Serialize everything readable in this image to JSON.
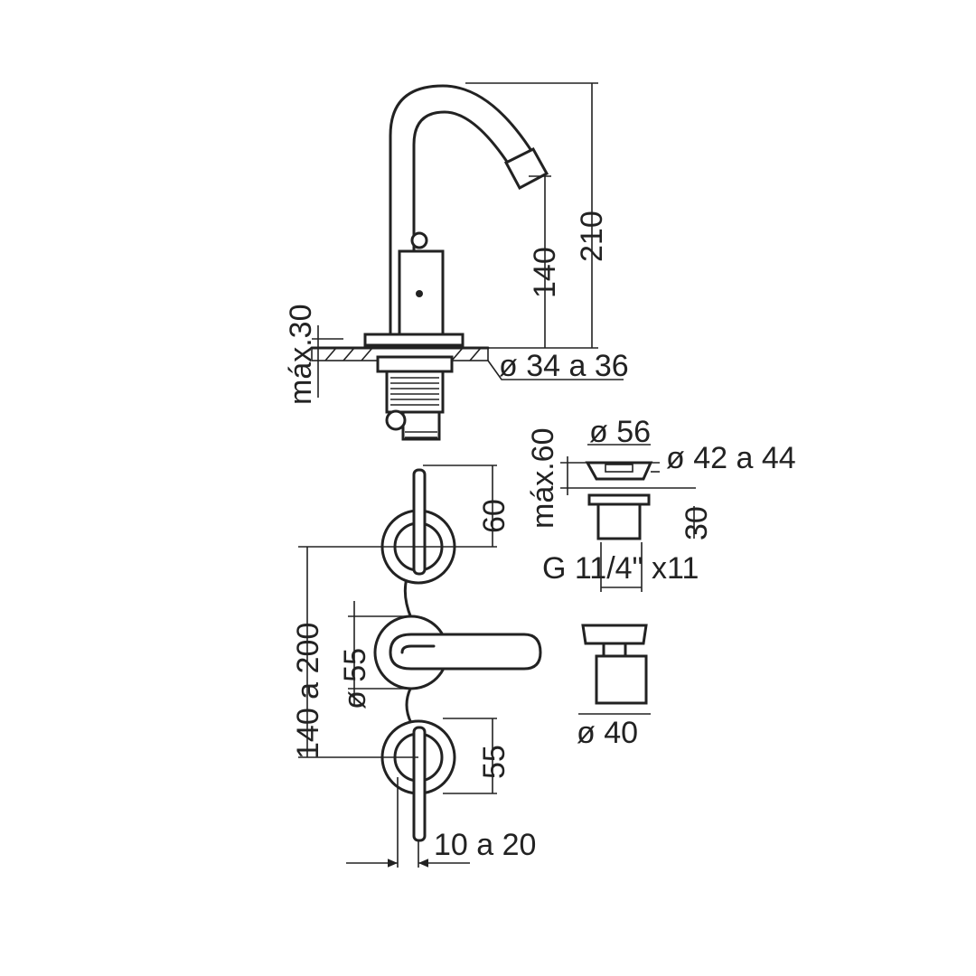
{
  "title": "Faucet technical drawing dimensions",
  "labels": {
    "height_total": "210",
    "spout_height": "140",
    "max_counter_top": "máx.30",
    "hole_diameter_top": "ø 34 a 36",
    "drain_diameter": "ø 56",
    "drain_hole": "ø 42 a 44",
    "max_counter_drain": "máx.60",
    "drain_depth": "30",
    "drain_thread": "G 11/4\" x11",
    "lever_height": "60",
    "handle_spacing": "140 a 200",
    "rosette_diameter": "ø 55",
    "lever_height_bottom": "55",
    "handle_diameter": "ø 40",
    "projection": "10 a 20"
  },
  "colors": {
    "line": "#222222",
    "background": "#ffffff"
  }
}
